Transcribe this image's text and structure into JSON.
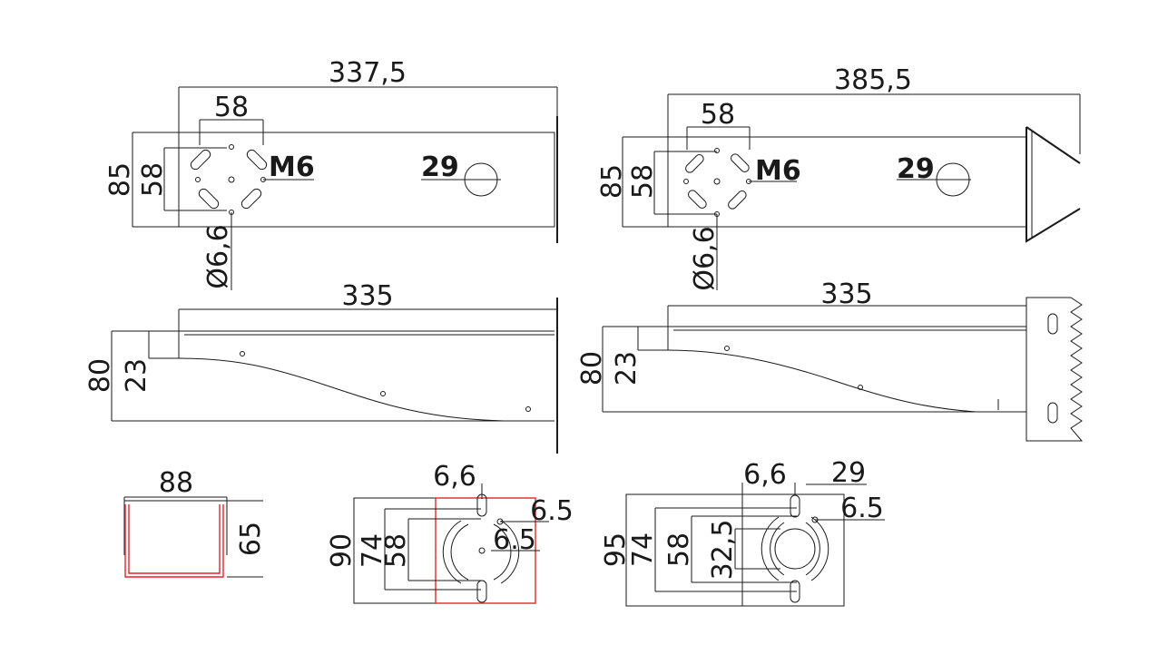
{
  "accent_color": "#e0262b",
  "top_left": {
    "total_length": "337,5",
    "bolt_spacing_h": "58",
    "bolt_spacing_v": "58",
    "height": "85",
    "thread": "M6",
    "hole": "29",
    "hole_diameter": "Ø6,6"
  },
  "top_right": {
    "total_length": "385,5",
    "bolt_spacing_h": "58",
    "bolt_spacing_v": "58",
    "height": "85",
    "thread": "M6",
    "hole": "29",
    "hole_diameter": "Ø6,6"
  },
  "side_left": {
    "length": "335",
    "height": "80",
    "flange": "23"
  },
  "side_right": {
    "length": "335",
    "height": "80",
    "flange": "23"
  },
  "section": {
    "width": "88",
    "height": "65"
  },
  "plate_a": {
    "slot": "6,6",
    "offset_top": "6.5",
    "offset_mid": "6.5",
    "h_total": "90",
    "h_mid": "74",
    "h_inner": "58"
  },
  "plate_b": {
    "slot": "6,6",
    "bore": "29",
    "offset": "6.5",
    "h_total": "95",
    "h_mid": "74",
    "h_inner": "58",
    "h_bore": "32,5"
  }
}
